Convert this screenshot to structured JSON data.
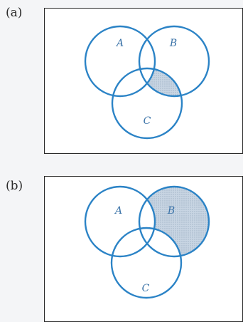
{
  "diagrams": [
    {
      "part_label": "(a)",
      "sets": [
        "A",
        "B",
        "C"
      ],
      "shaded_region": "B ∩ C − A"
    },
    {
      "part_label": "(b)",
      "sets": [
        "A",
        "B",
        "C"
      ],
      "shaded_region": "B − (A ∪ C)"
    }
  ],
  "colors": {
    "circle_stroke": "#2b83c6",
    "shading": "#b9c8d8",
    "set_label": "#3b73a8",
    "frame_border": "#2a2a2a"
  }
}
